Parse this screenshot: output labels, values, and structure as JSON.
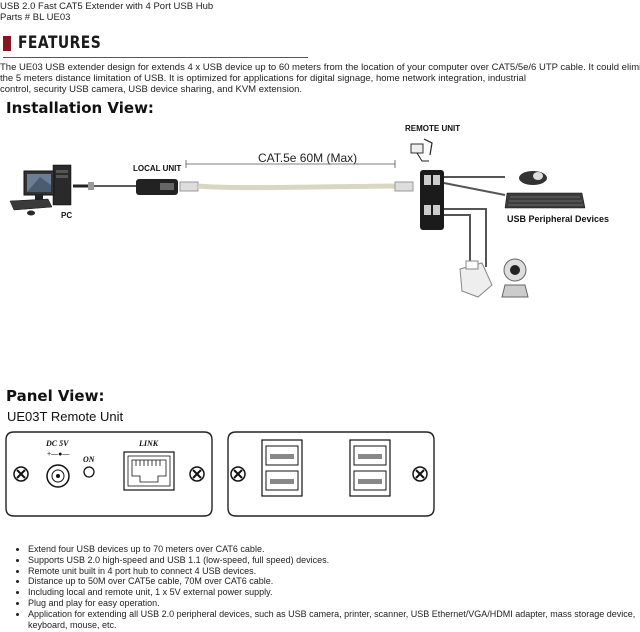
{
  "header": {
    "product_title": "USB 2.0 Fast CAT5 Extender with 4 Port USB Hub",
    "part_number": "Parts # BL UE03"
  },
  "features_section": {
    "title": "FEATURES",
    "description_lines": [
      "The UE03 USB extender design for extends 4 x USB device up to 60 meters from the location of your computer over CAT5/5e/6 UTP cable. It could eliminate",
      "the 5 meters distance limitation of USB. It is optimized for applications for digital signage, home network integration, industrial",
      "control, security USB camera, USB device sharing, and KVM extension."
    ]
  },
  "installation": {
    "title": "Installation View:",
    "remote_unit_label": "REMOTE UNIT",
    "local_unit_label": "LOCAL UNIT",
    "cable_label": "CAT.5e 60M (Max)",
    "pc_label": "PC",
    "peripherals_label": "USB Peripheral Devices"
  },
  "panel": {
    "title": "Panel View:",
    "subtitle": "UE03T Remote Unit",
    "dc_label": "DC 5V",
    "on_label": "ON",
    "link_label": "LINK"
  },
  "feature_list": [
    "Extend four USB devices up to 70 meters over CAT6 cable.",
    "Supports USB 2.0 high-speed and USB 1.1 (low-speed, full speed) devices.",
    "Remote unit built in 4 port hub to connect 4 USB devices.",
    "Distance up to 50M over CAT5e cable, 70M over CAT6 cable.",
    "Including local and remote unit, 1 x 5V external power supply.",
    "Plug and play for easy operation.",
    "Application for extending all USB 2.0 peripheral devices, such as USB camera, printer, scanner, USB Ethernet/VGA/HDMI adapter, mass storage device, keyboard, mouse, etc."
  ]
}
